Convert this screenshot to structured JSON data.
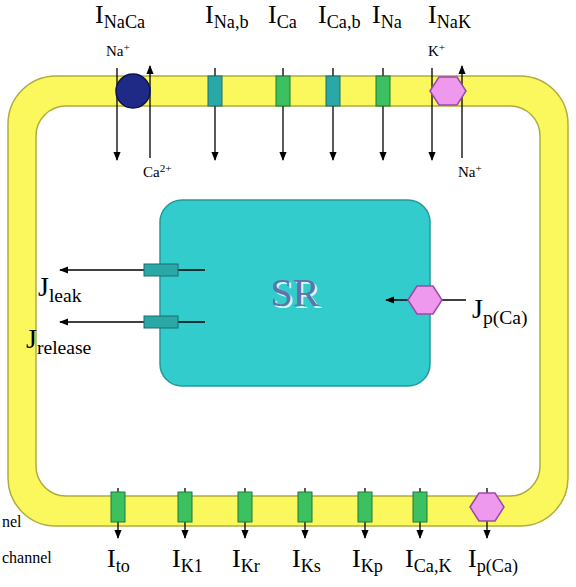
{
  "diagram": {
    "nodes": [
      {
        "text": [
          "SR"
        ]
      }
    ],
    "labels": [
      "INaCa",
      "Na+",
      "INa,b",
      "ICa",
      "ICa,b",
      "INa",
      "INaK",
      "K+",
      "Ca2+",
      "Na+",
      "Jleak",
      "Jrelease",
      "Jp(Ca)",
      "Ito",
      "IK1",
      "IKr",
      "IKs",
      "IKp",
      "ICa,K",
      "Ip(Ca)",
      "nel",
      "channel"
    ]
  }
}
